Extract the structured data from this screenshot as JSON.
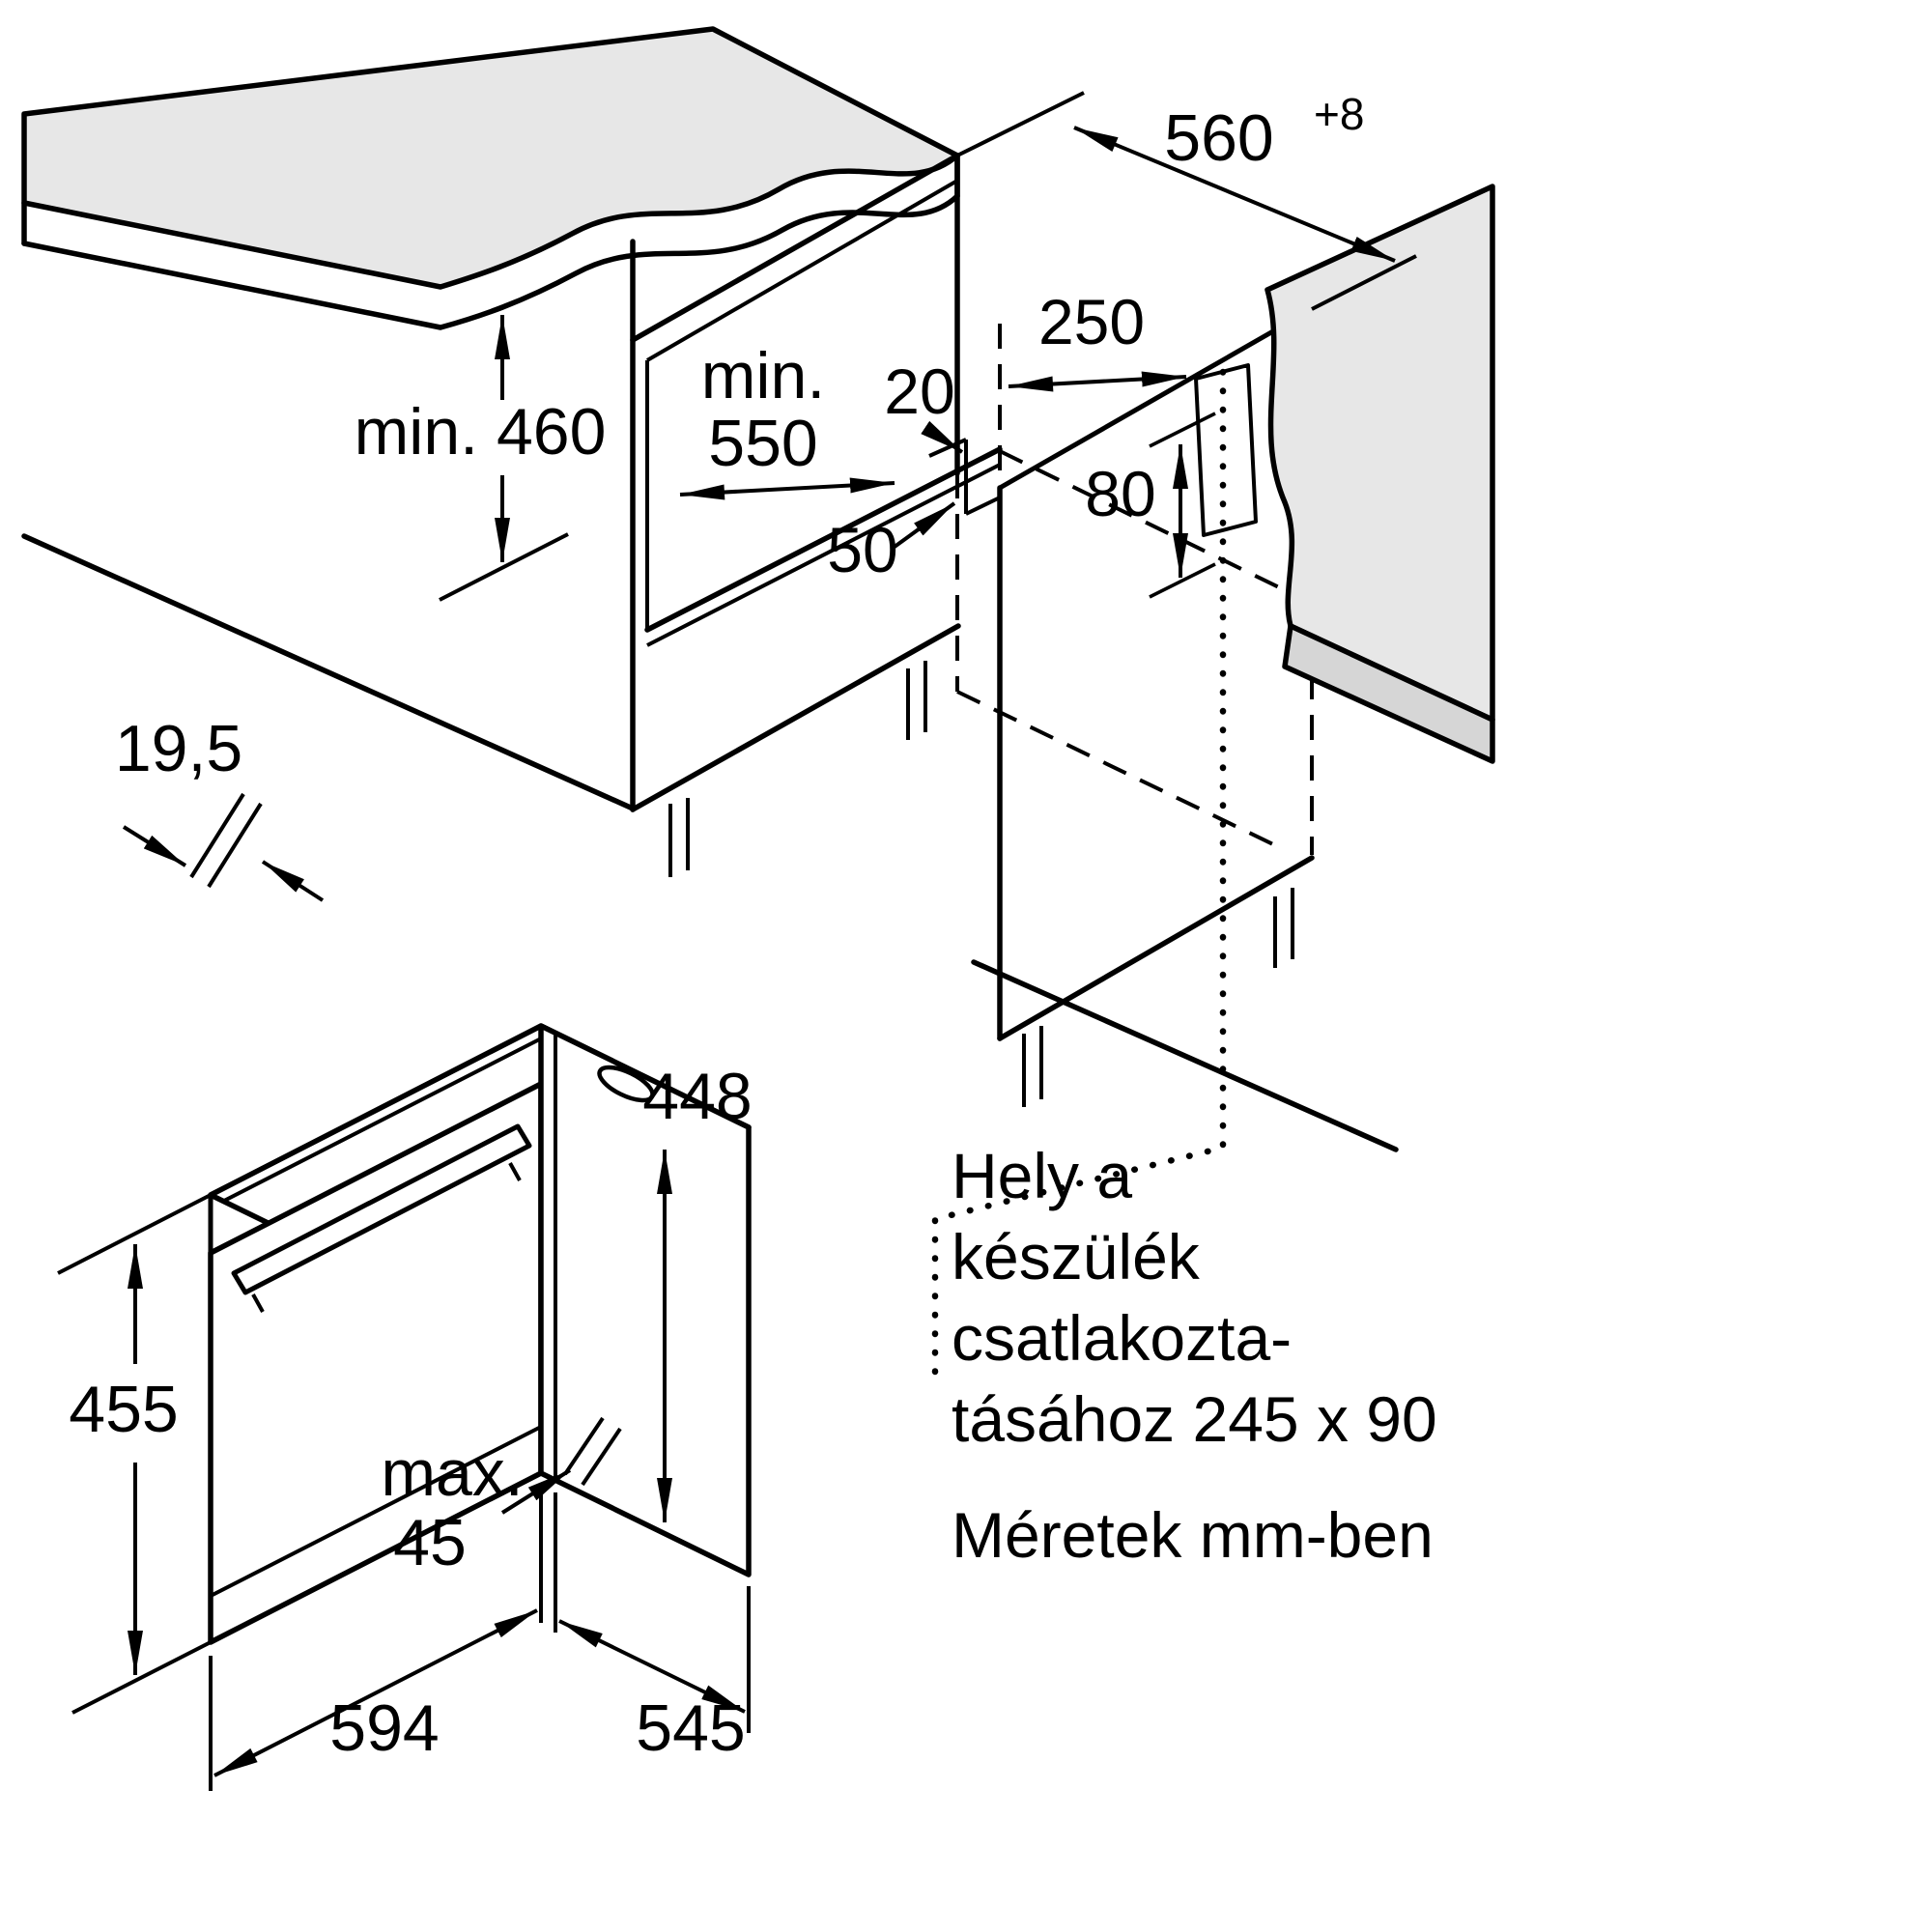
{
  "dims": {
    "min460": "min. 460",
    "min550_l1": "min.",
    "min550_l2": "550",
    "w560": "560",
    "w560_sup": "+8",
    "d250": "250",
    "d20": "20",
    "d50": "50",
    "d80": "80",
    "d19_5": "19,5",
    "h455": "455",
    "h448": "448",
    "max_l1": "max.",
    "max_l2": "45",
    "w594": "594",
    "d545": "545"
  },
  "notes": {
    "line1": "Hely a",
    "line2": "készülék",
    "line3": "csatlakozta-",
    "line4": "tásához 245 x 90",
    "units": "Méretek mm-ben"
  },
  "colors": {
    "line": "#000000",
    "surface": "#e7e7e7",
    "panel_band": "#d6d6d6",
    "control_panel": "#383838",
    "background": "#ffffff"
  }
}
